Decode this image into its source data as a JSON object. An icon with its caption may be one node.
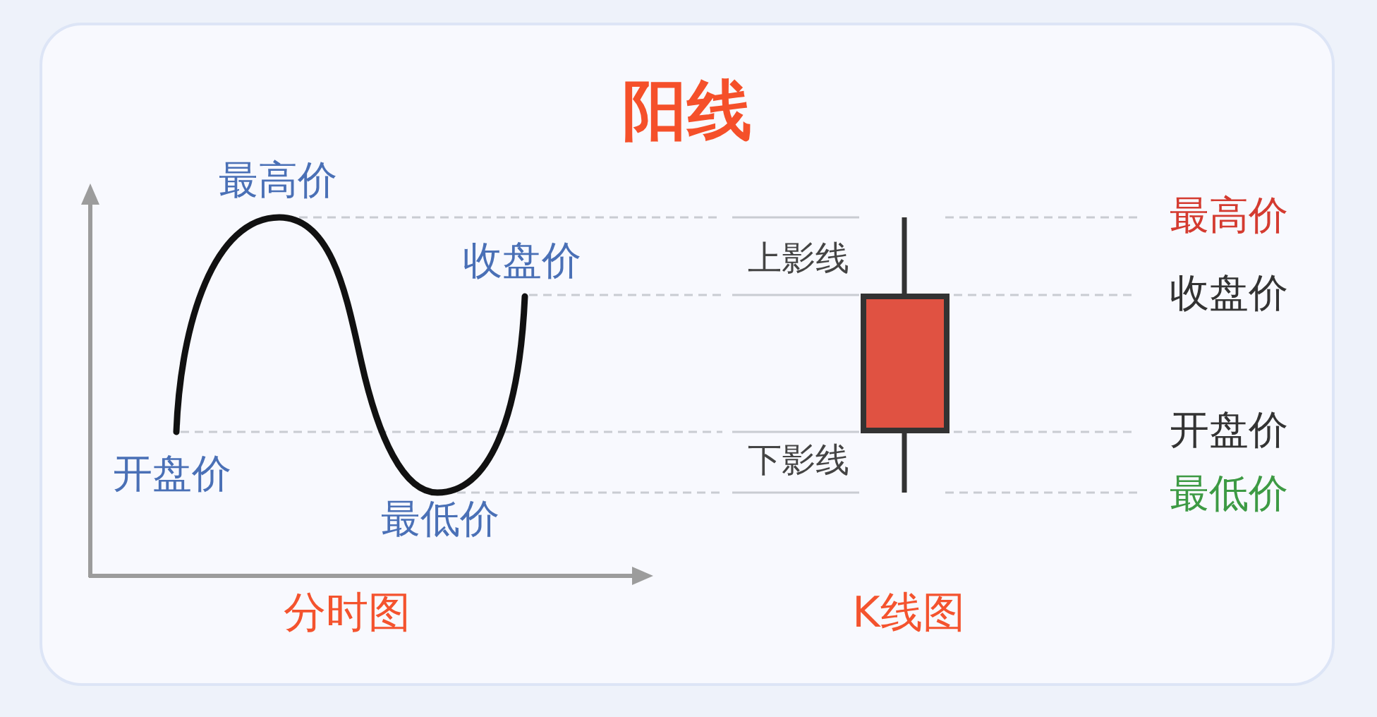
{
  "diagram": {
    "title": "阳线",
    "labels": [
      "最高价",
      "收盘价",
      "开盘价",
      "最低价",
      "分时图",
      "上影线",
      "下影线",
      "最高价",
      "收盘价",
      "开盘价",
      "最低价",
      "K线图"
    ]
  }
}
